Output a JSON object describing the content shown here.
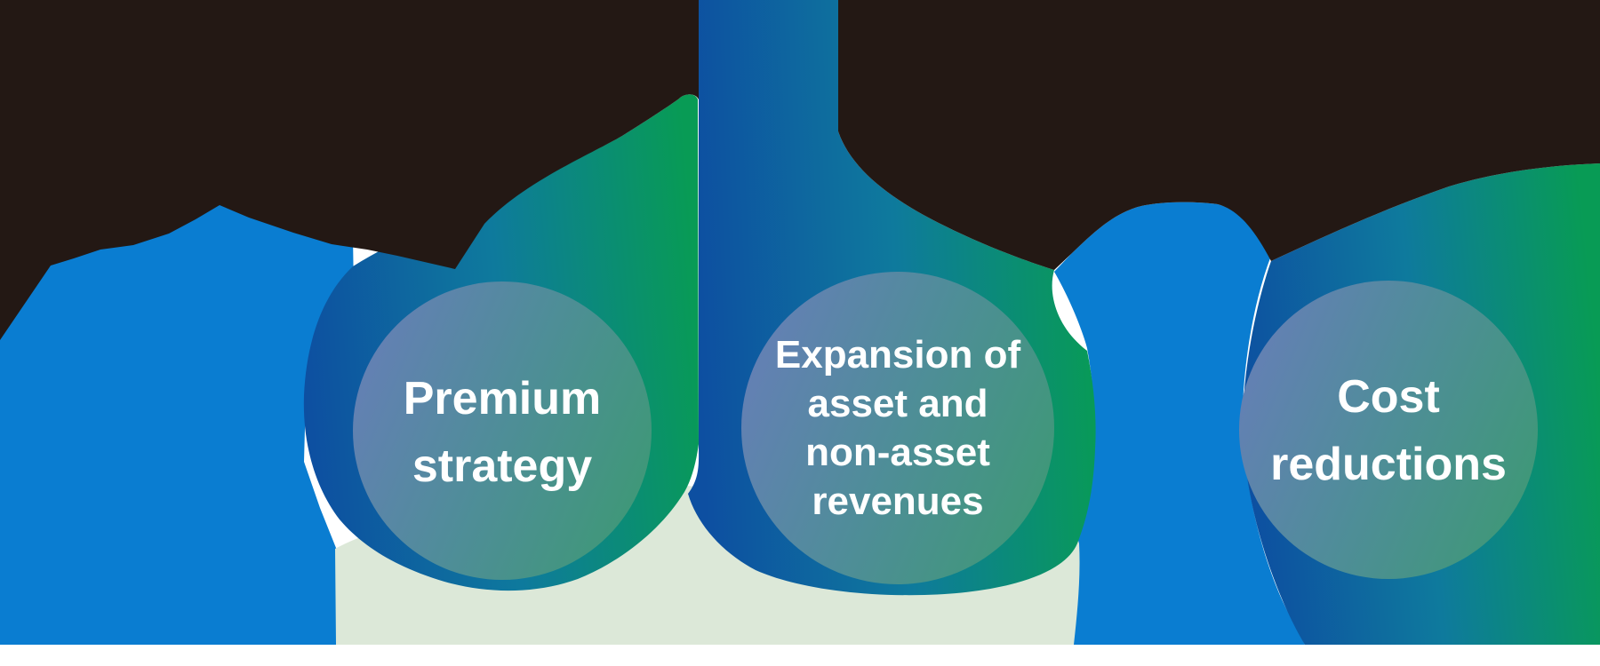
{
  "diagram": {
    "kind": "strategy-infographic",
    "circles": [
      {
        "id": "premium",
        "lines": [
          "Premium",
          "strategy"
        ]
      },
      {
        "id": "expansion",
        "lines": [
          "Expansion of",
          "asset and",
          "non-asset",
          "revenues"
        ]
      },
      {
        "id": "cost",
        "lines": [
          "Cost",
          "reductions"
        ]
      }
    ],
    "colors": {
      "background": "#ffffff",
      "silhouette_black": "#231814",
      "azure_blue": "#0a7dd1",
      "mint_green": "#dce8d8",
      "drop_navy": "#0d4fa1",
      "drop_teal": "#0e7a9d",
      "drop_green": "#089b55",
      "circle_blue": "#657fb6",
      "circle_teal": "#4f8d99",
      "circle_green": "#3f9878",
      "text": "#ffffff"
    }
  }
}
